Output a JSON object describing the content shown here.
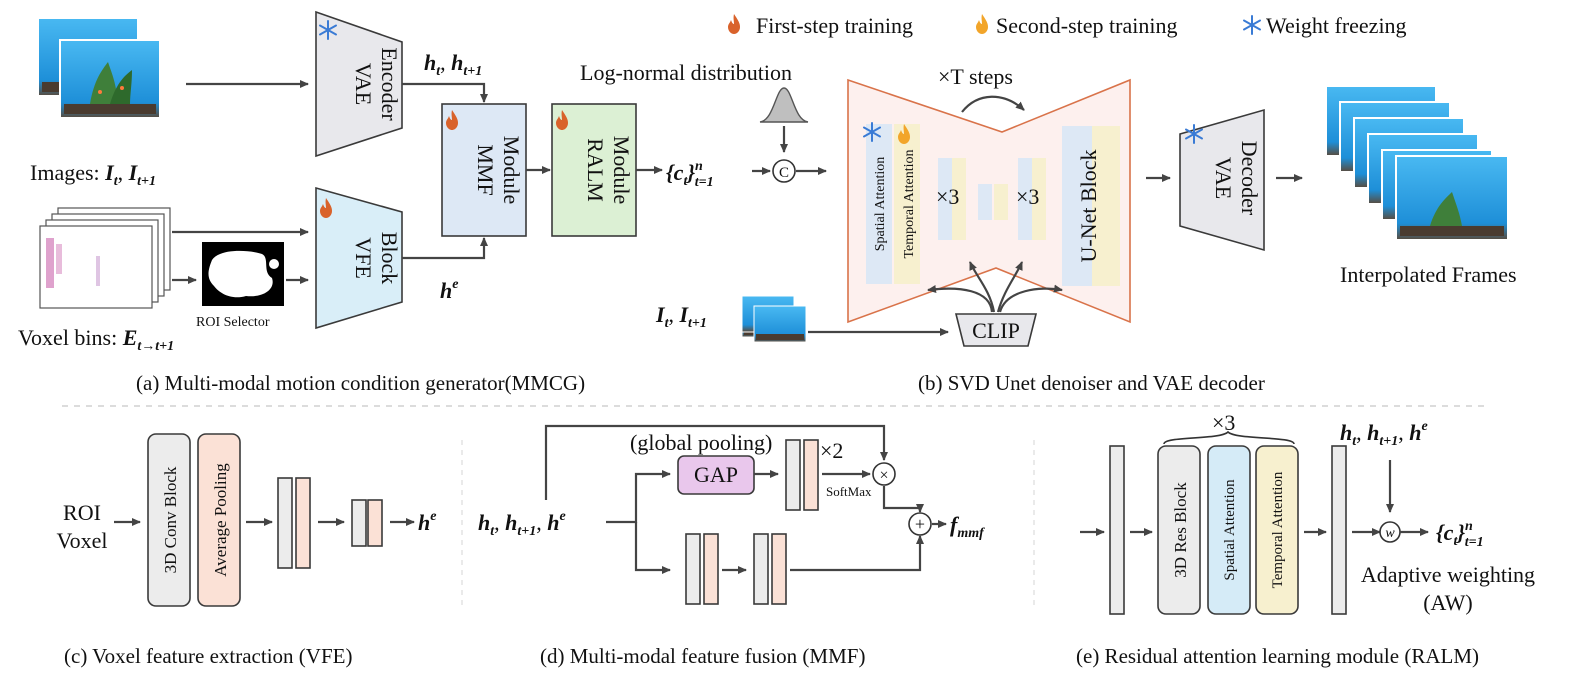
{
  "legend": {
    "first_step": "First-step training",
    "second_step": "Second-step training",
    "freeze": "Weight freezing"
  },
  "colors": {
    "flame_first": "#d9622b",
    "flame_second": "#f2a52a",
    "snowflake": "#3a7bd5",
    "vae_fill": "#e8e8ec",
    "vfe_fill": "#d9eef8",
    "mmf_fill": "#dde8f5",
    "ralm_fill": "#dcf0d4",
    "unet_fill": "#fdf0ee",
    "gap_fill": "#e9c7ec"
  },
  "mmcg": {
    "images_label": "Images: ",
    "images_sym": "I",
    "images_sub": "t",
    "images_sym2": "I",
    "images_sub2": "t+1",
    "voxel_label": "Voxel bins: ",
    "voxel_sym": "E",
    "voxel_sub": "t→t+1",
    "roi_selector": "ROI Selector",
    "vae_encoder_line1": "VAE",
    "vae_encoder_line2": "Encoder",
    "vfe_line1": "VFE",
    "vfe_line2": "Block",
    "ht_label": "h",
    "he_label": "h",
    "he_sup": "e",
    "mmf_line1": "MMF",
    "mmf_line2": "Module",
    "ralm_line1": "RALM",
    "ralm_line2": "Module",
    "c_seq": "{c",
    "c_sub": "t",
    "c_rest": "}",
    "c_sup": "n",
    "c_sub2": "t=1",
    "log_normal": "Log-normal distribution",
    "concat": "C",
    "caption": "(a)  Multi-modal motion condition generator(MMCG)"
  },
  "svd": {
    "steps": "×T steps",
    "spatial_attention": "Spatial Attention",
    "temporal_attention": "Temporal Attention",
    "times3_a": "×3",
    "times3_b": "×3",
    "unet_block": "U-Net Block",
    "clip": "CLIP",
    "vae_decoder_line1": "VAE",
    "vae_decoder_line2": "Decoder",
    "interpolated": "Interpolated Frames",
    "caption": "(b)  SVD Unet denoiser and VAE decoder"
  },
  "vfe": {
    "roi_line1": "ROI",
    "roi_line2": "Voxel",
    "conv_block": "3D Conv Block",
    "avg_pool": "Average Pooling",
    "out": "h",
    "out_sup": "e",
    "caption": "(c)  Voxel feature extraction (VFE)"
  },
  "mmf": {
    "global_pooling": "(global pooling)",
    "gap": "GAP",
    "times2": "×2",
    "softmax": "SoftMax",
    "mult": "×",
    "plus": "+",
    "out": "f",
    "out_sub": "mmf",
    "caption": "(d)  Multi-modal feature fusion (MMF)"
  },
  "ralm": {
    "times3": "×3",
    "res_block": "3D Res Block",
    "spatial_attention": "Spatial Attention",
    "temporal_attention": "Temporal Attention",
    "w": "w",
    "adaptive_line1": "Adaptive weighting",
    "adaptive_line2": "(AW)",
    "caption": "(e)  Residual attention learning module (RALM)"
  }
}
